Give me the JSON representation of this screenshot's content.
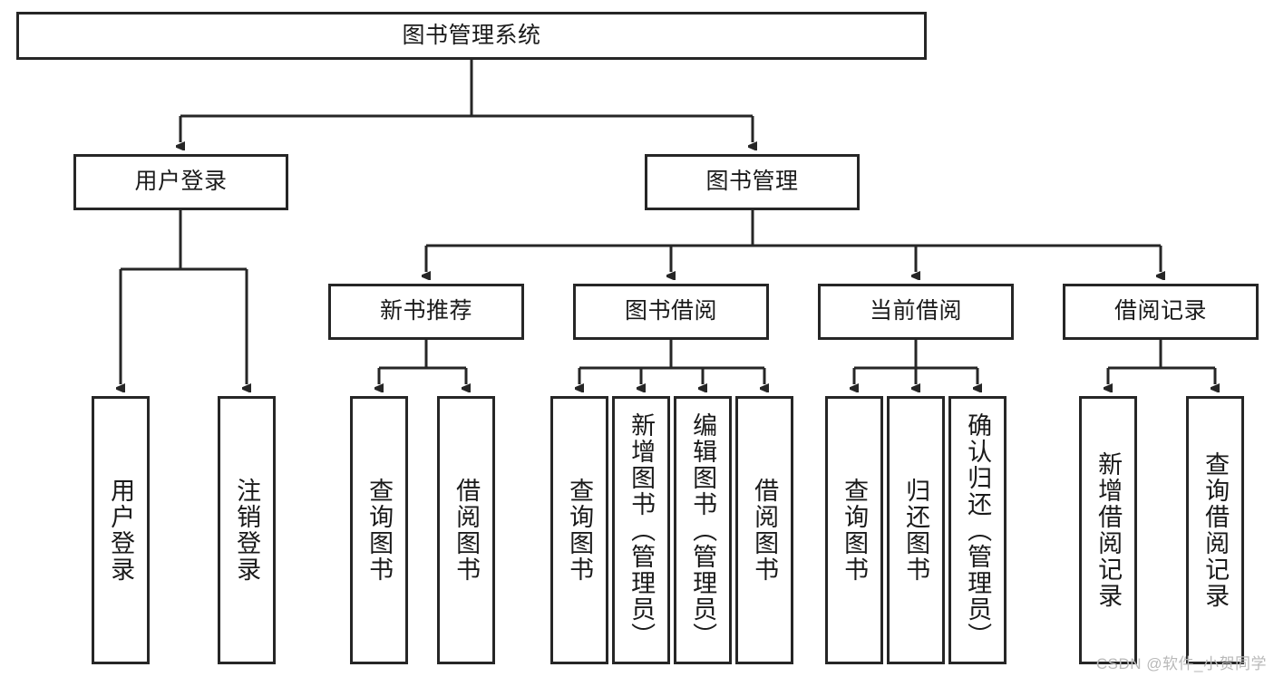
{
  "diagram": {
    "title": "图书管理系统",
    "type": "tree-hierarchy-chart",
    "line_color": "#262626",
    "background_color": "#ffffff",
    "text_color": "#1a1a1a"
  },
  "root": {
    "label": "图书管理系统"
  },
  "level2": [
    {
      "label": "用户登录"
    },
    {
      "label": "图书管理"
    }
  ],
  "level3": [
    {
      "label": "新书推荐"
    },
    {
      "label": "图书借阅"
    },
    {
      "label": "当前借阅"
    },
    {
      "label": "借阅记录"
    }
  ],
  "leaves": {
    "user_login": [
      {
        "label": "用户登录"
      },
      {
        "label": "注销登录"
      }
    ],
    "new_book_recommend": [
      {
        "label": "查询图书"
      },
      {
        "label": "借阅图书"
      }
    ],
    "book_borrow": [
      {
        "label": "查询图书"
      },
      {
        "label": "新增图书（管理员）"
      },
      {
        "label": "编辑图书（管理员）"
      },
      {
        "label": "借阅图书"
      }
    ],
    "current_borrow": [
      {
        "label": "查询图书"
      },
      {
        "label": "归还图书"
      },
      {
        "label": "确认归还（管理员）"
      }
    ],
    "borrow_record": [
      {
        "label": "新增借阅记录"
      },
      {
        "label": "查询借阅记录"
      }
    ]
  },
  "watermark": {
    "text": "CSDN @软件_小贺同学"
  }
}
